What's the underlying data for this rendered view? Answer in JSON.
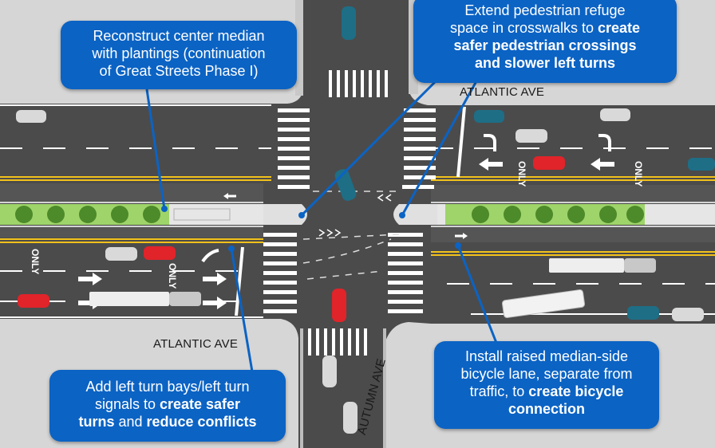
{
  "streets": {
    "atlantic_top": "ATLANTIC AVE",
    "atlantic_bottom": "ATLANTIC AVE",
    "autumn": "AUTUMN AVE"
  },
  "pavement_marks": {
    "only": "ONLY"
  },
  "callouts": {
    "median": {
      "line1": "Reconstruct center median",
      "line2": "with plantings (continuation",
      "line3": "of Great Streets Phase I)"
    },
    "refuge": {
      "line1": "Extend pedestrian refuge",
      "line2_plain": "space in crosswalks to ",
      "line2_bold": "create",
      "line3_bold": "safer pedestrian crossings",
      "line4_bold": "and slower left turns"
    },
    "turns": {
      "line1": "Add left turn bays/left turn",
      "line2_plain": "signals to ",
      "line2_bold": "create safer",
      "line3_bold1": "turns",
      "line3_plain": " and ",
      "line3_bold2": "reduce conflicts"
    },
    "bike": {
      "line1": "Install raised median-side",
      "line2": "bicycle lane, separate from",
      "line3_plain": "traffic, to ",
      "line3_bold": "create bicycle",
      "line4_bold": "connection"
    }
  },
  "colors": {
    "callout_fill": "#0b63c4",
    "asphalt": "#4a4a4a",
    "sidewalk": "#d9d9d9",
    "median_green": "#9fd46a",
    "lane_yellow": "#f2c21b",
    "car_red": "#e0242a",
    "car_teal": "#1e6e86"
  }
}
